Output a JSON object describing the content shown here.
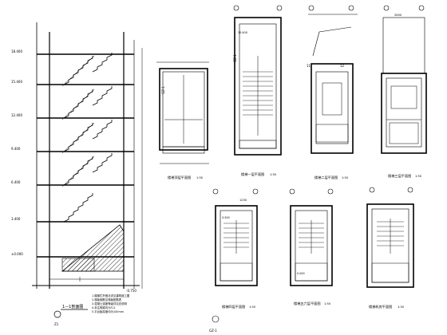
{
  "section": {
    "title": "1—1剖面图",
    "scale": "1:50",
    "note_lines": [
      "1.楼梯栏杆做法详见建筑施工图",
      "2.梯板钢筋见梯板配筋表",
      "3.混凝土强度等级详见总说明",
      "4.未注明梁均为TL1",
      "5.平台板厚度均为100mm"
    ],
    "elevations": [
      "18.400",
      "15.400",
      "12.400",
      "9.400",
      "6.400",
      "3.400",
      "±0.000",
      "-0.750"
    ],
    "axis_tag": "Z1"
  },
  "plans": [
    {
      "title": "楼梯顶层平面图",
      "scale": "1:50",
      "label": "GZ-1"
    },
    {
      "title": "楼梯一层平面图",
      "scale": "1:50",
      "label": "GZ-1"
    },
    {
      "title": "楼梯二层平面图",
      "scale": "1:50",
      "label": ""
    },
    {
      "title": "楼梯三层平面图",
      "scale": "1:50",
      "label": ""
    },
    {
      "title": "楼梯四层平面图",
      "scale": "1:50",
      "label": ""
    },
    {
      "title": "楼梯五六层平面图",
      "scale": "1:50",
      "label": ""
    },
    {
      "title": "楼梯机房平面图",
      "scale": "1:50",
      "label": ""
    }
  ],
  "plan_dims": {
    "top_width": "2600",
    "clear_width": "1250",
    "axis_numbers": [
      "11",
      "12"
    ],
    "level_marks": [
      "15.400",
      "3.500",
      "0.000"
    ]
  },
  "bottom_label": "GZ-1"
}
